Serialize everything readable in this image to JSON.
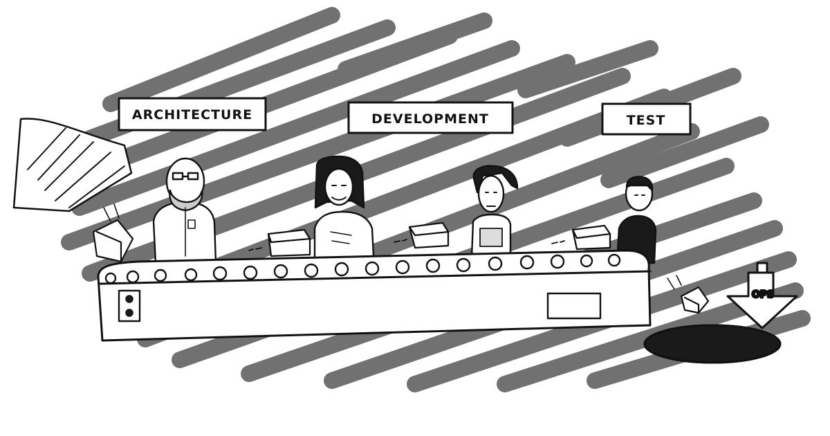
{
  "signs": {
    "architecture": "ARCHITECTURE",
    "development": "DEVELOPMENT",
    "test": "TEST"
  },
  "chute_label": "OPS",
  "colors": {
    "ink": "#111111",
    "shade": "#6a6a6a",
    "paper": "#ffffff"
  }
}
